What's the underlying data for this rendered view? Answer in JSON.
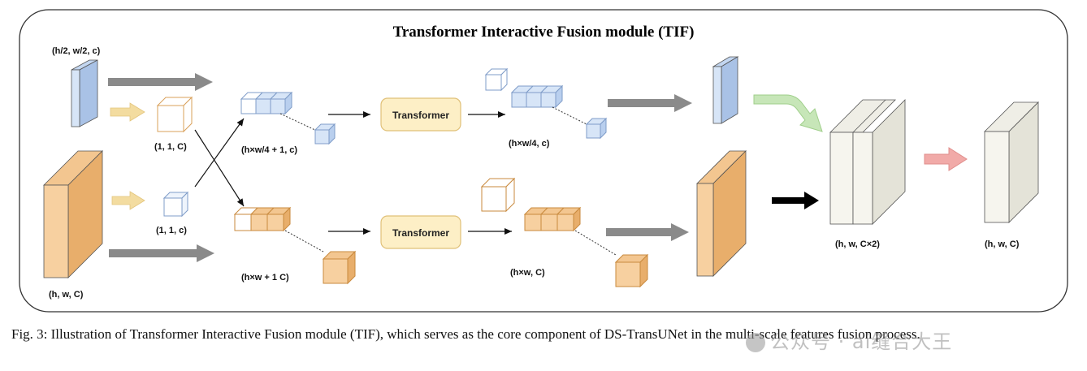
{
  "title": "Transformer Interactive Fusion module (TIF)",
  "labels": {
    "top_input": "(h/2, w/2, c)",
    "bottom_input": "(h, w, C)",
    "pool_top": "(1, 1, C)",
    "pool_bottom": "(1, 1, c)",
    "seq_top": "(h×w/4 + 1, c)",
    "seq_bottom": "(h×w + 1 C)",
    "out_top": "(h×w/4, c)",
    "out_bottom": "(h×w, C)",
    "concat": "(h, w, C×2)",
    "final": "(h, w, C)"
  },
  "blocks": {
    "transformer_top": "Transformer",
    "transformer_bottom": "Transformer"
  },
  "caption": "Fig. 3: Illustration of Transformer Interactive Fusion module (TIF), which serves as the core component of DS-TransUNet in the multi-scale features fusion process.",
  "watermark": "公众号 · ai缝合大王",
  "colors": {
    "blue_face": "#d7e5f7",
    "blue_side": "#a9c2e6",
    "orange_face": "#f7d0a0",
    "orange_side": "#e8ae6b",
    "transformer_fill": "#fdefc6",
    "gray_arrow": "#8a8a8a",
    "yellow_arrow": "#f3dca0",
    "green_arrow": "#c7e6b8",
    "pink_arrow": "#f1aaa8"
  }
}
